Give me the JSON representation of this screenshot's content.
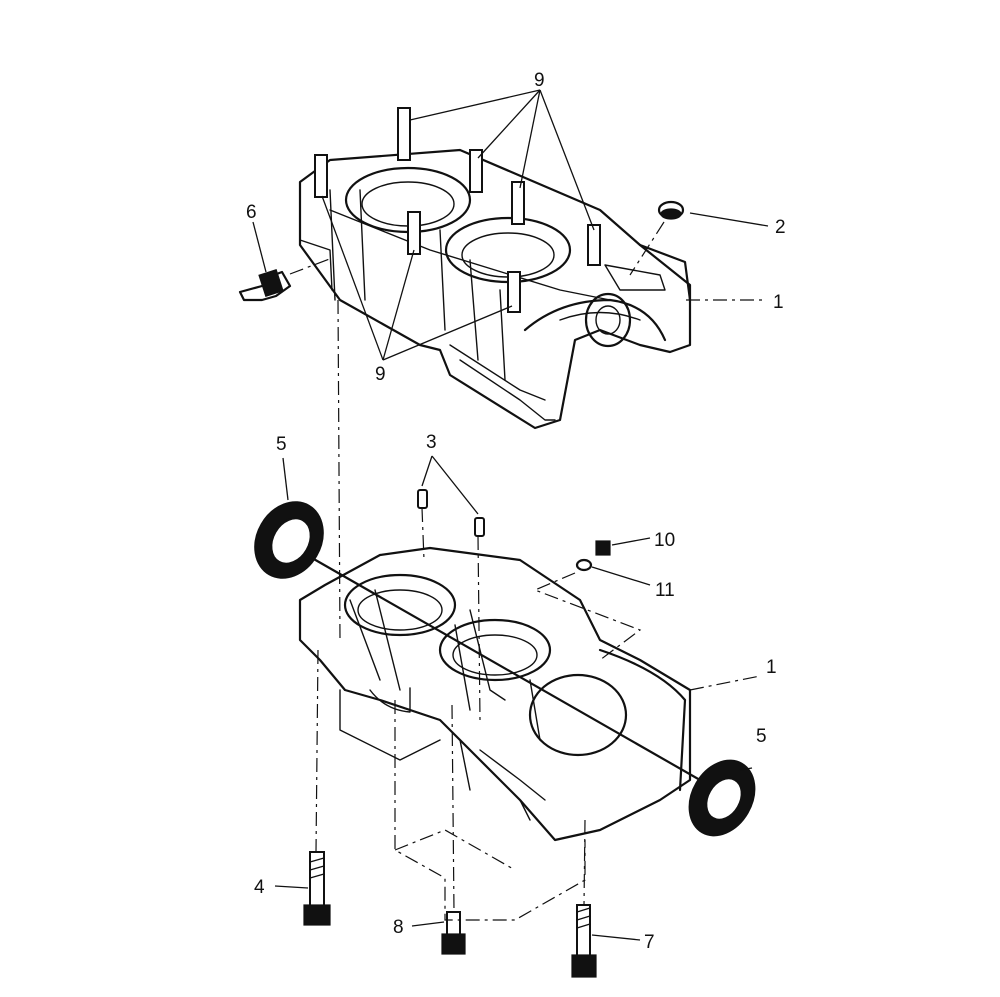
{
  "diagram": {
    "callouts": [
      {
        "id": "c9-top",
        "text": "9"
      },
      {
        "id": "c6",
        "text": "6"
      },
      {
        "id": "c2",
        "text": "2"
      },
      {
        "id": "c1-top",
        "text": "1"
      },
      {
        "id": "c9-bottom",
        "text": "9"
      },
      {
        "id": "c5-left",
        "text": "5"
      },
      {
        "id": "c3",
        "text": "3"
      },
      {
        "id": "c10",
        "text": "10"
      },
      {
        "id": "c11",
        "text": "11"
      },
      {
        "id": "c1-bottom",
        "text": "1"
      },
      {
        "id": "c5-right",
        "text": "5"
      },
      {
        "id": "c4",
        "text": "4"
      },
      {
        "id": "c8",
        "text": "8"
      },
      {
        "id": "c7",
        "text": "7"
      }
    ]
  }
}
